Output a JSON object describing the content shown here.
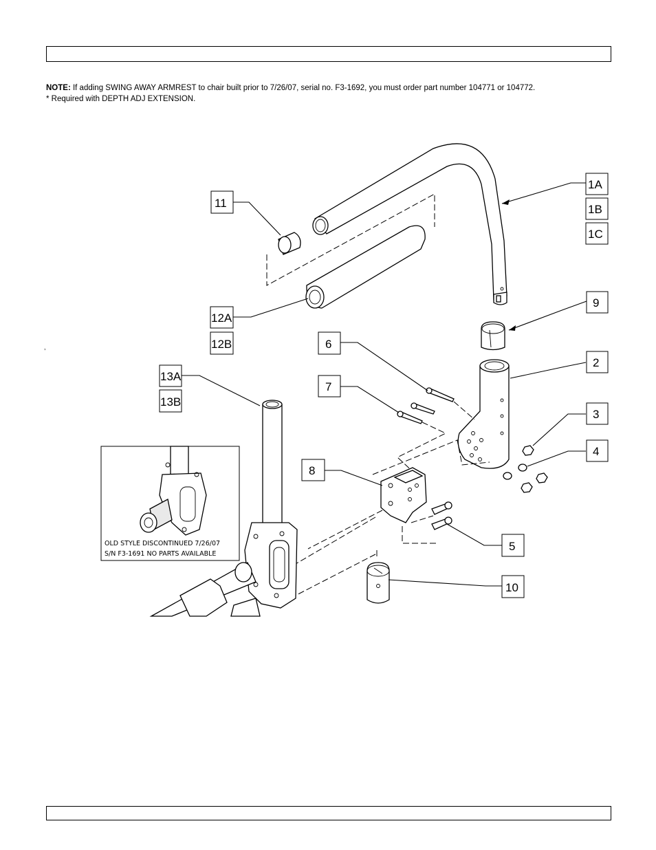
{
  "note": {
    "label": "NOTE:",
    "text": " If adding SWING AWAY ARMREST to chair built prior to 7/26/07, serial no. F3-1692, you must order part number 104771 or 104772.",
    "line2": "* Required with DEPTH ADJ EXTENSION."
  },
  "callouts": {
    "c1A": "1A",
    "c1B": "1B",
    "c1C": "1C",
    "c2": "2",
    "c3": "3",
    "c4": "4",
    "c5": "5",
    "c6": "6",
    "c7": "7",
    "c8": "8",
    "c9": "9",
    "c10": "10",
    "c11": "11",
    "c12A": "12A",
    "c12B": "12B",
    "c13A": "13A",
    "c13B": "13B"
  },
  "inset": {
    "line1": "OLD STYLE DISCONTINUED 7/26/07",
    "line2": "S/N F3-1691 NO PARTS AVAILABLE"
  },
  "stray_mark": ","
}
